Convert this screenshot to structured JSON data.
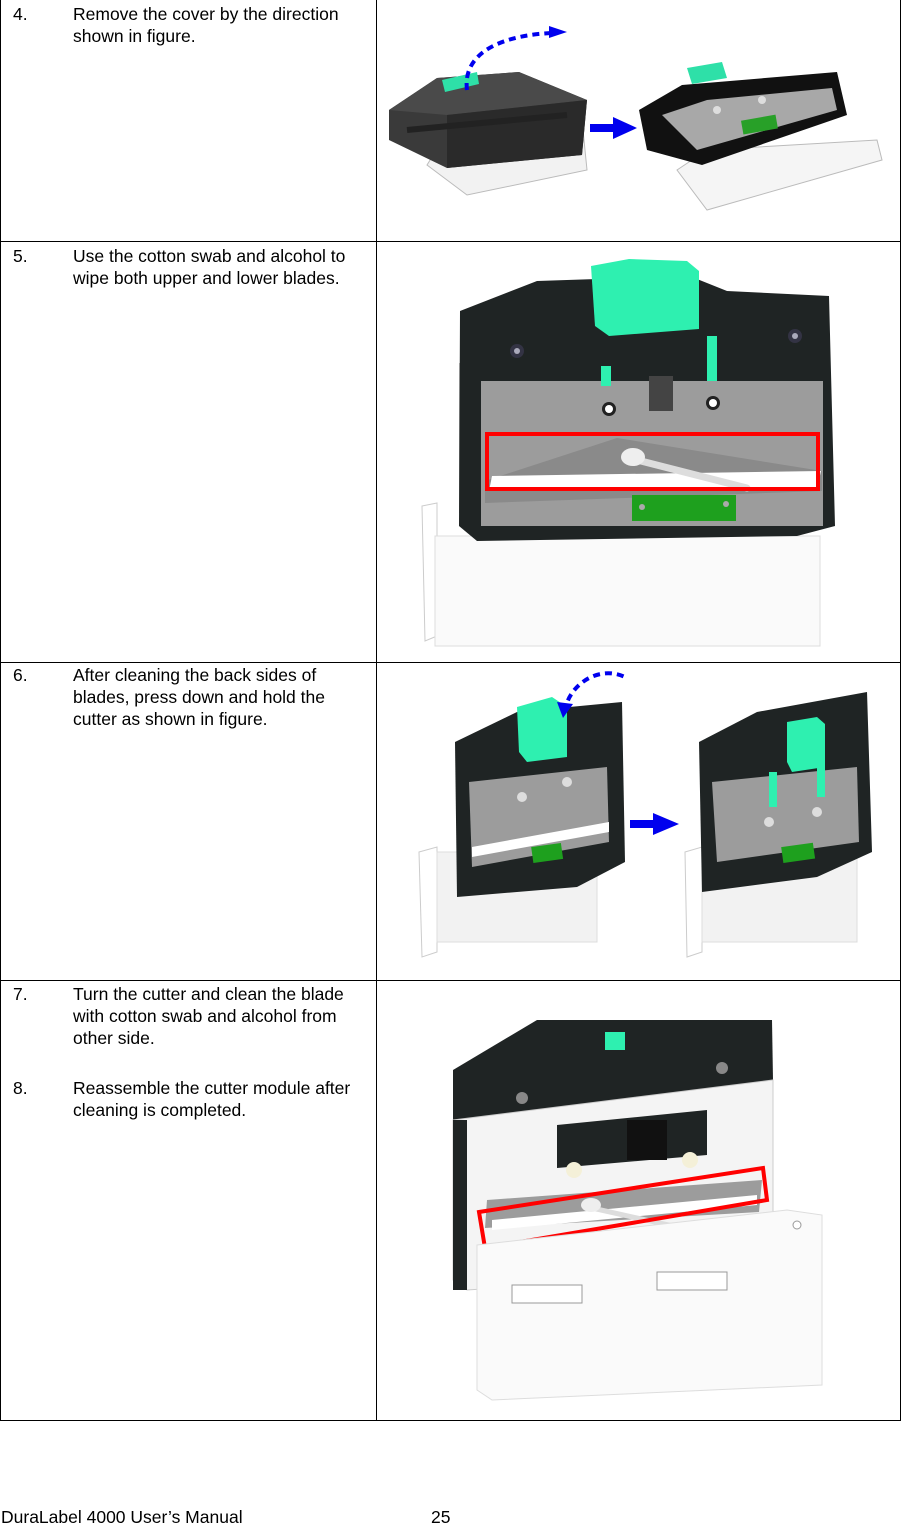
{
  "steps": [
    {
      "number": "4.",
      "text": "Remove the cover by the direction shown in figure.",
      "figure": "cutter-cover-removal"
    },
    {
      "number": "5.",
      "text": "Use the cotton swab and alcohol to wipe both upper and lower blades.",
      "figure": "cutter-blade-wipe-front"
    },
    {
      "number": "6.",
      "text": "After cleaning the back sides of blades, press down and hold the cutter as shown in figure.",
      "figure": "cutter-press-down"
    },
    {
      "number": "7.",
      "text": "Turn the cutter and clean the blade with cotton swab and alcohol from other side.",
      "figure": "cutter-blade-wipe-back"
    },
    {
      "number": "8.",
      "text": "Reassemble the cutter module after cleaning is completed."
    }
  ],
  "footer": {
    "title": "DuraLabel 4000 User’s Manual",
    "page": "25"
  },
  "colors": {
    "cutter_body": "#1e2222",
    "latch_green": "#2ef0b0",
    "pcb_green": "#1ea01e",
    "blade_gray": "#9a9a9a",
    "highlight_red": "#ff0000",
    "arrow_blue": "#0000ff"
  }
}
